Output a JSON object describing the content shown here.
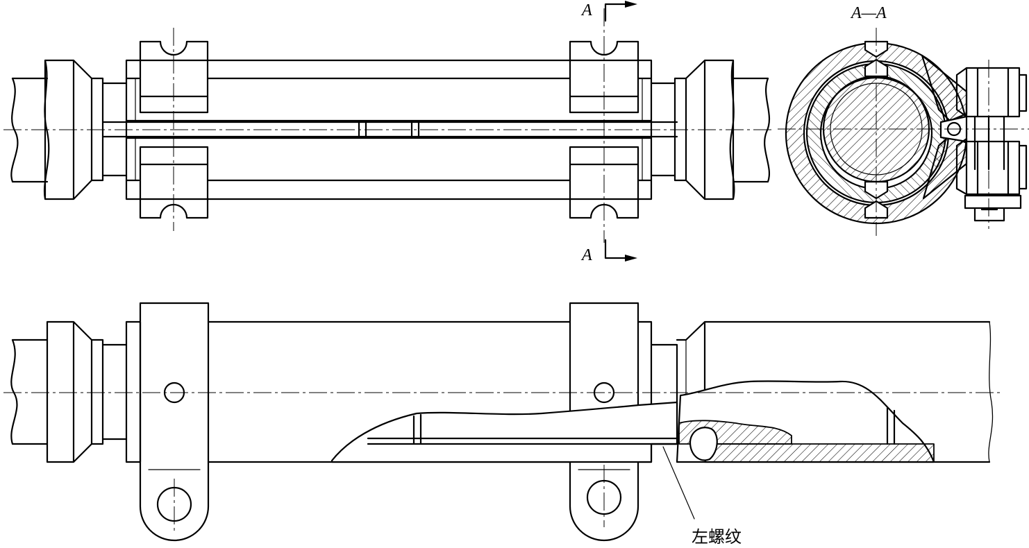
{
  "labels": {
    "section_top": "A",
    "section_bottom": "A",
    "section_view_title": "A—A",
    "thread_note": "左螺纹"
  }
}
